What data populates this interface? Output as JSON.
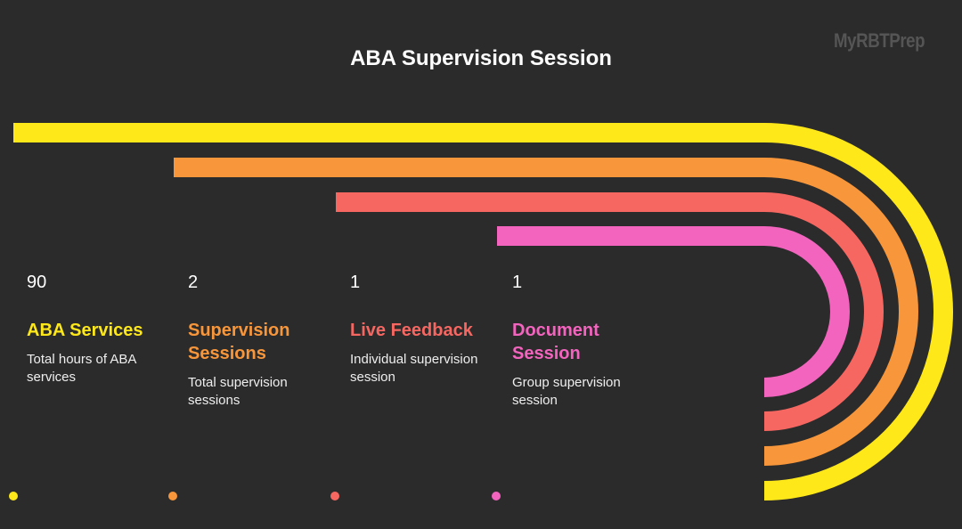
{
  "title": "ABA Supervision Session",
  "logo": "MyRBTPrep",
  "items": [
    {
      "value": "90",
      "label": "ABA Services",
      "description": "Total hours of ABA services",
      "color": "#FFE81A"
    },
    {
      "value": "2",
      "label": "Supervision Sessions",
      "description": "Total supervision sessions",
      "color": "#F7963A"
    },
    {
      "value": "1",
      "label": "Live Feedback",
      "description": "Individual supervision session",
      "color": "#F76762"
    },
    {
      "value": "1",
      "label": "Document Session",
      "description": "Group supervision session",
      "color": "#F264BE"
    }
  ]
}
